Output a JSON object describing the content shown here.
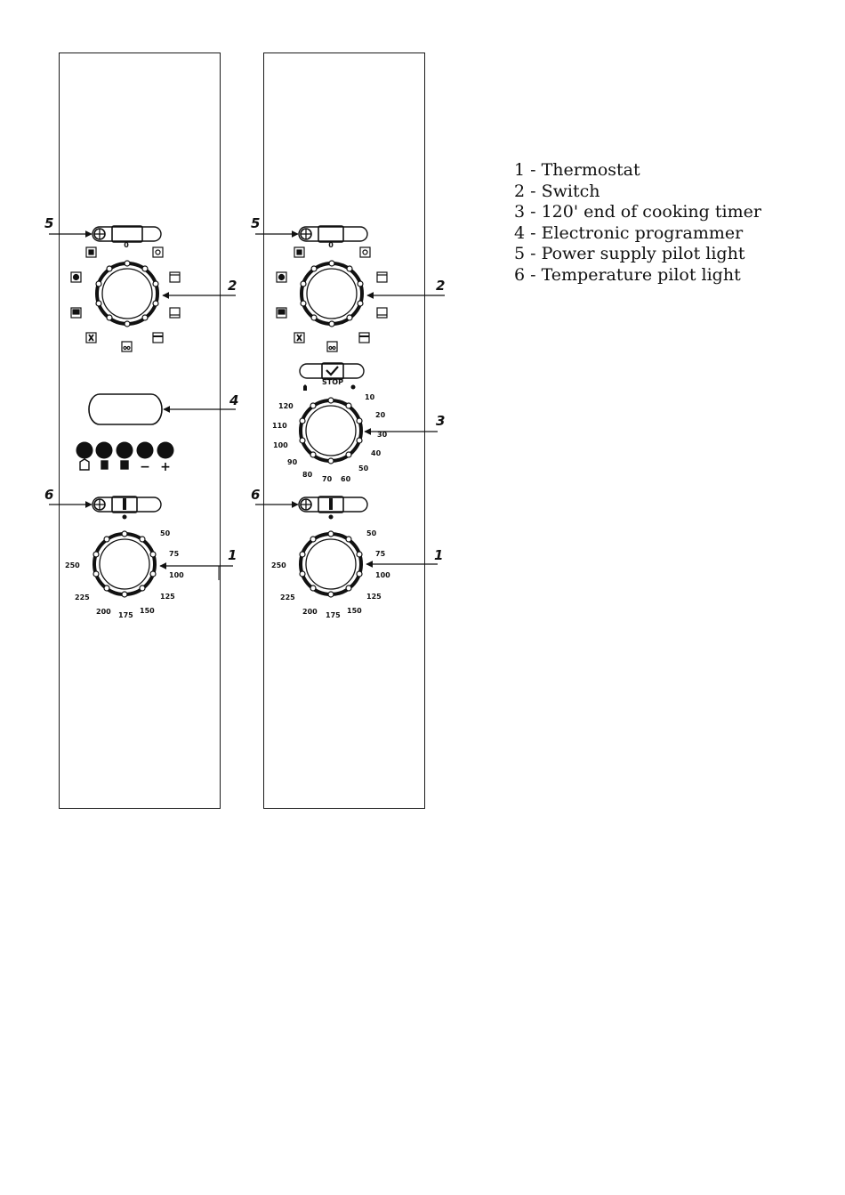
{
  "legend": [
    "1 - Thermostat",
    "2 - Switch",
    "3 - 120' end of cooking timer",
    "4 - Electronic programmer",
    "5 - Power supply pilot light",
    "6 - Temperature pilot light"
  ],
  "callouts": {
    "c1": "1",
    "c2": "2",
    "c3": "3",
    "c4": "4",
    "c5": "5",
    "c6": "6"
  },
  "switch_zero": "0",
  "thermostat": {
    "t50": "50",
    "t75": "75",
    "t100": "100",
    "t125": "125",
    "t150": "150",
    "t175": "175",
    "t200": "200",
    "t225": "225",
    "t250": "250"
  },
  "timer": {
    "stop": "STOP",
    "m10": "10",
    "m20": "20",
    "m30": "30",
    "m40": "40",
    "m50": "50",
    "m60": "60",
    "m70": "70",
    "m80": "80",
    "m90": "90",
    "m100": "100",
    "m110": "110",
    "m120": "120"
  },
  "programmer_symbols": {
    "minus": "−",
    "plus": "+"
  }
}
